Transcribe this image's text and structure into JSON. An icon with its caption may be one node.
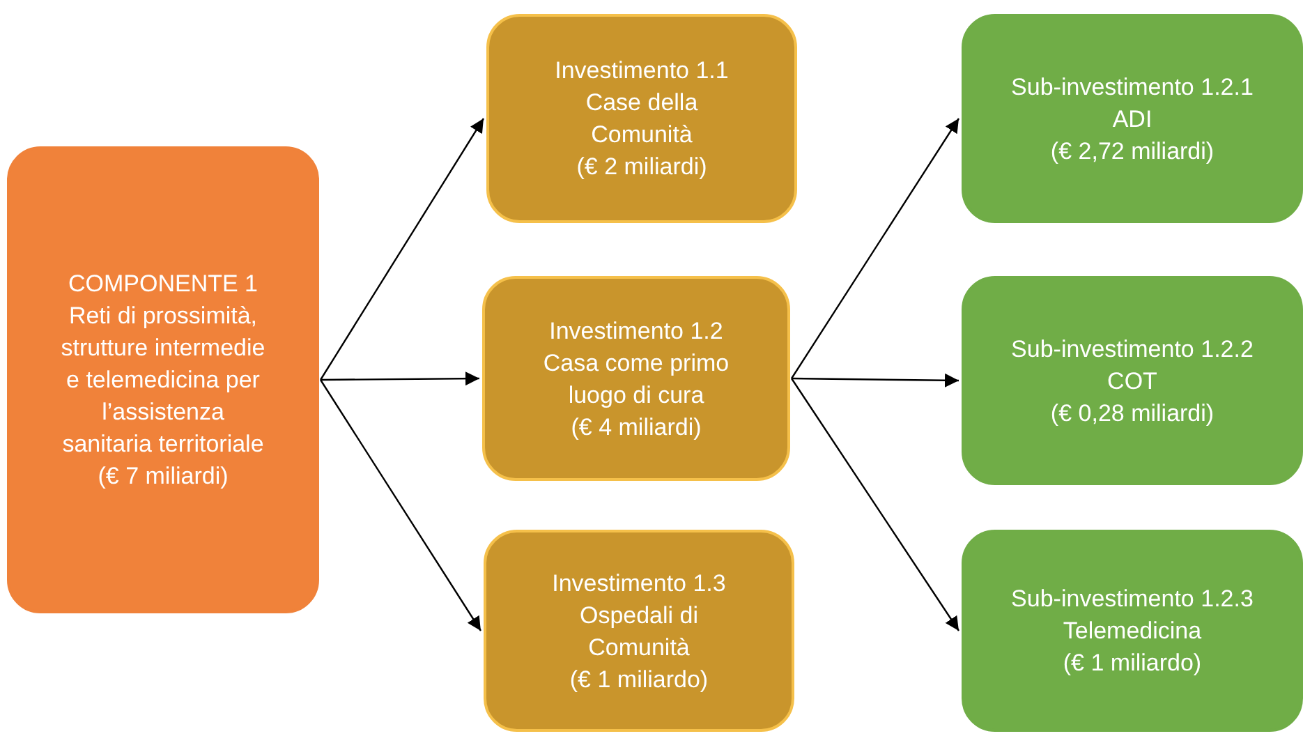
{
  "diagram": {
    "nodes": [
      {
        "text": [
          "COMPONENTE 1",
          "Reti di prossimità, strutture intermedie e telemedicina per l’assistenza sanitaria territoriale",
          "(€ 7 miliardi)"
        ]
      },
      {
        "text": [
          "Investimento 1.1",
          "Case della Comunità",
          "(€ 2 miliardi)"
        ]
      },
      {
        "text": [
          "Investimento 1.2",
          "Casa come primo luogo di cura",
          "(€ 4 miliardi)"
        ]
      },
      {
        "text": [
          "Investimento 1.3",
          "Ospedali di Comunità",
          "(€ 1 miliardo)"
        ]
      },
      {
        "text": [
          "Sub-investimento 1.2.1",
          "ADI",
          "(€ 2,72 miliardi)"
        ]
      },
      {
        "text": [
          "Sub-investimento 1.2.2",
          "COT",
          "(€ 0,28 miliardi)"
        ]
      },
      {
        "text": [
          "Sub-investimento 1.2.3",
          "Telemedicina",
          "(€ 1 miliardo)"
        ]
      }
    ],
    "edges": [
      {
        "from": 0,
        "to": 1,
        "arrow": "to"
      },
      {
        "from": 0,
        "to": 2,
        "arrow": "to"
      },
      {
        "from": 0,
        "to": 3,
        "arrow": "to"
      },
      {
        "from": 2,
        "to": 4,
        "arrow": "to"
      },
      {
        "from": 2,
        "to": 5,
        "arrow": "to"
      },
      {
        "from": 2,
        "to": 6,
        "arrow": "to"
      }
    ]
  }
}
